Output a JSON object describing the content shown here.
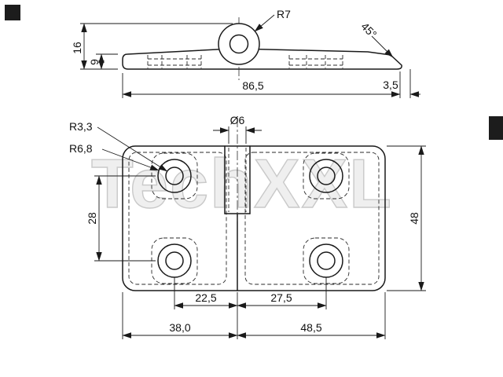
{
  "watermark": "TechXXL",
  "top_view": {
    "label_radius": "R7",
    "label_angle": "45°",
    "dim_height_total": "16",
    "dim_height_leaf": "9",
    "dim_width": "86,5",
    "dim_offset": "3,5"
  },
  "front_view": {
    "label_r_inner": "R3,3",
    "label_r_outer": "R6,8",
    "label_pin_dia": "Ø6",
    "dim_hole_spacing": "28",
    "dim_height": "48",
    "dim_left_hole": "22,5",
    "dim_right_hole": "27,5",
    "dim_left_width": "38,0",
    "dim_right_width": "48,5"
  }
}
